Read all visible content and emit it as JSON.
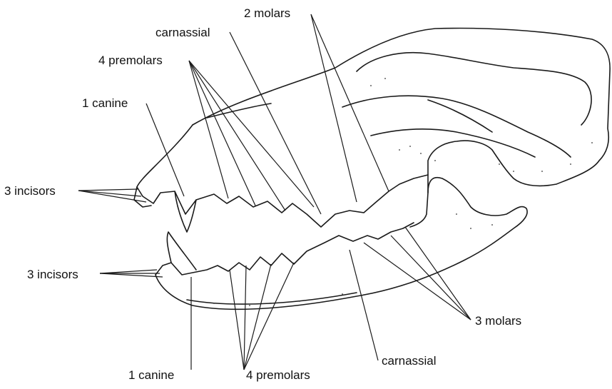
{
  "diagram": {
    "labels": {
      "upper_molars": "2 molars",
      "upper_carnassial": "carnassial",
      "upper_premolars": "4 premolars",
      "upper_canine": "1 canine",
      "upper_incisors": "3 incisors",
      "lower_incisors": "3 incisors",
      "lower_molars": "3 molars",
      "lower_carnassial": "carnassial",
      "lower_canine": "1 canine",
      "lower_premolars": "4 premolars"
    }
  }
}
